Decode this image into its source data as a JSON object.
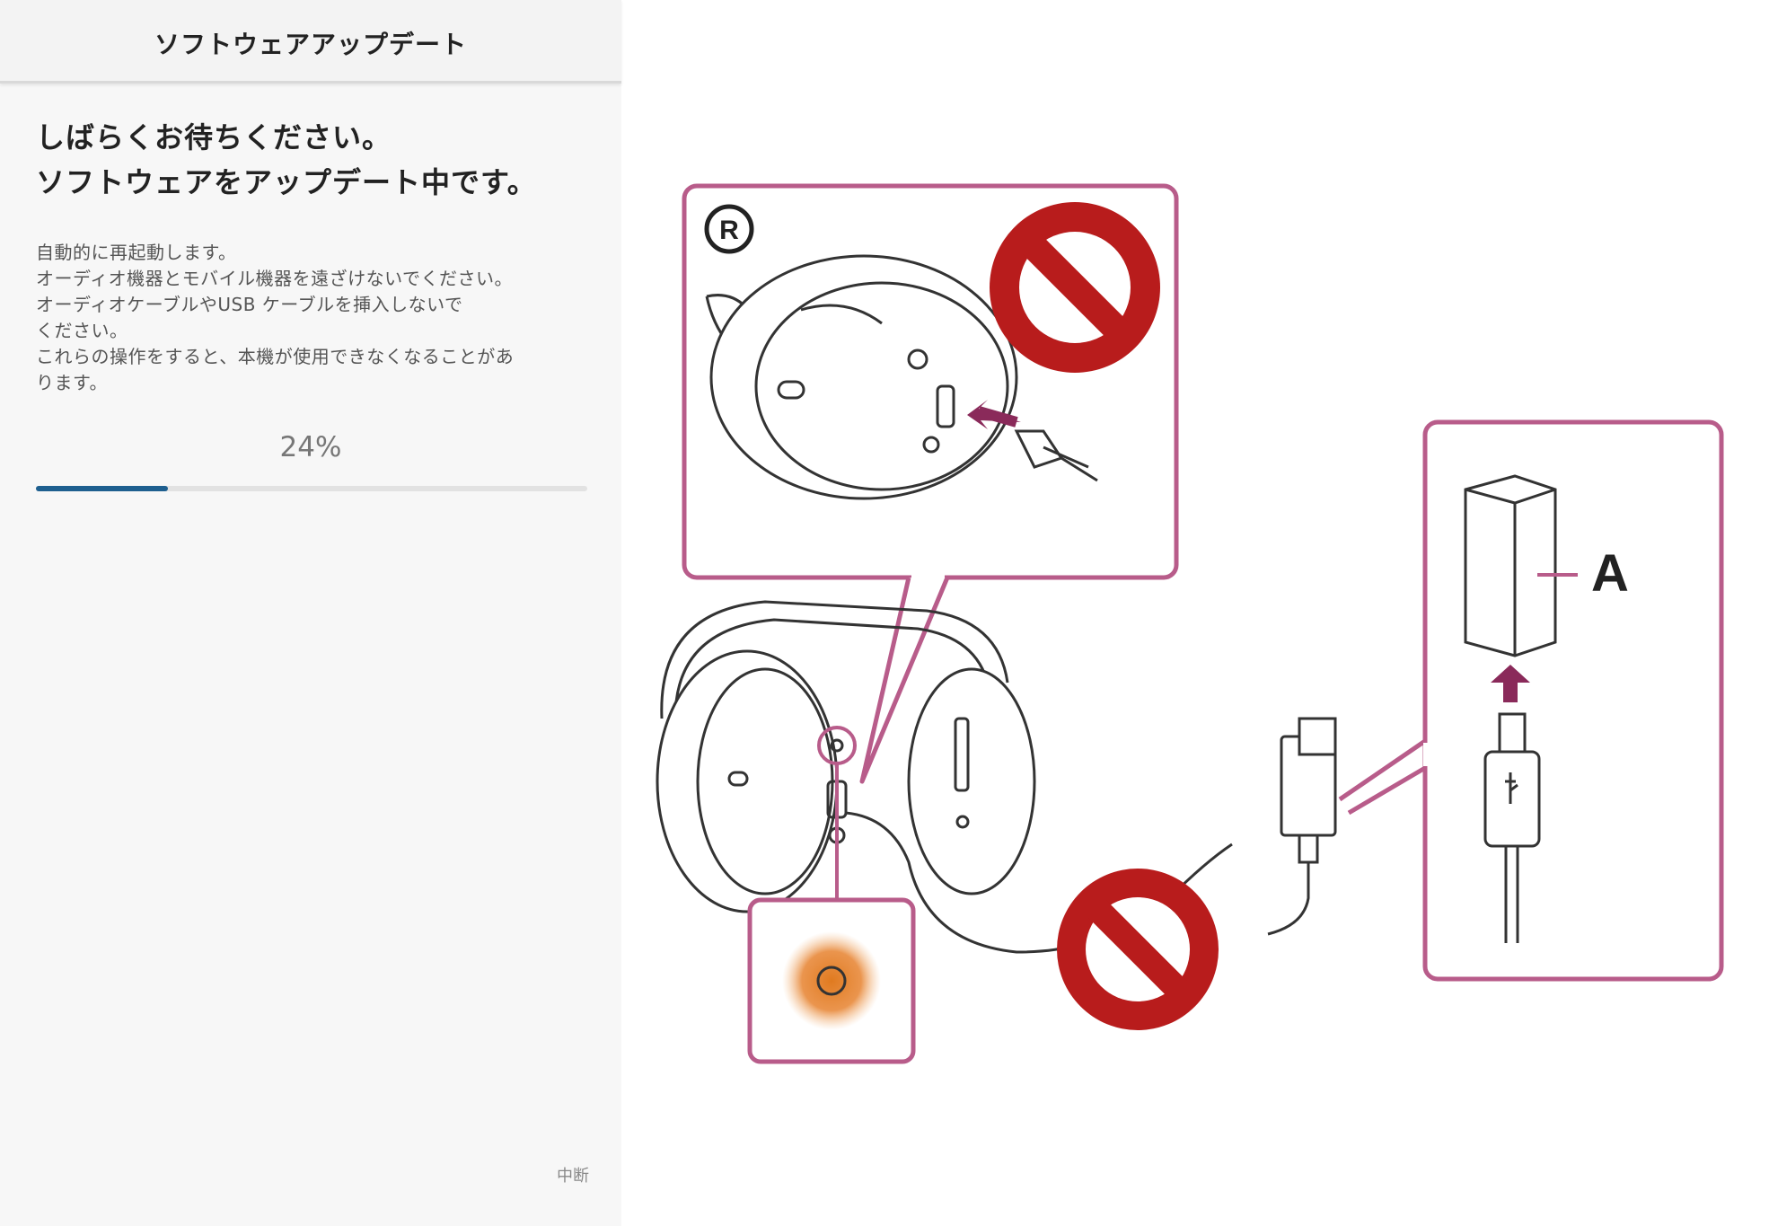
{
  "app": {
    "title": "ソフトウェアアップデート",
    "heading": [
      "しばらくお待ちください。",
      "ソフトウェアをアップデート中です。"
    ],
    "body_lines": [
      "自動的に再起動します。",
      "オーディオ機器とモバイル機器を遠ざけないでください。",
      "オーディオケーブルやUSB ケーブルを挿入しないで",
      "ください。",
      "これらの操作をすると、本機が使用できなくなることがあ",
      "ります。"
    ],
    "progress": {
      "percent_label": "24%",
      "value": 0.24,
      "color": "#1e5f8f"
    },
    "interrupt_label": "中断"
  },
  "illustration": {
    "r_mark": "R",
    "adapter_label": "A",
    "frame_color": "#b85c8a",
    "prohibit_color": "#b81c1c",
    "indicator_color": "#e07a1f",
    "icons": [
      "prohibited-icon",
      "prohibited-icon",
      "usb-icon",
      "indicator-light-icon",
      "arrow-up-icon",
      "arrow-left-icon"
    ]
  }
}
